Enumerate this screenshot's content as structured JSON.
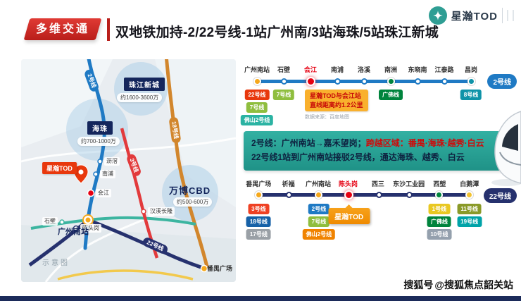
{
  "header": {
    "tag_label": "多维交通",
    "title": "双地铁加持-2/22号线-1站广州南/3站海珠/5站珠江新城",
    "brand": "星瀚TOD"
  },
  "map": {
    "note_label": "示意图",
    "project_label": "星瀚TOD",
    "zones": [
      {
        "name": "珠江新城",
        "price": "约1600-3600万"
      },
      {
        "name": "海珠",
        "price": "约700-1000万"
      },
      {
        "name": "万博CBD",
        "price": "约500-600万"
      }
    ],
    "major_stations": [
      "广州南站",
      "番禺广场"
    ],
    "minor_stations": [
      "沥滘",
      "南浦",
      "会江",
      "石壁",
      "汉溪长隆",
      "陈头岗"
    ],
    "line_pills": [
      "2号线",
      "18号线",
      "3号线",
      "22号线"
    ]
  },
  "line2_diagram": {
    "pill_label": "2号线",
    "line_color": "#1f7ac4",
    "stations": [
      {
        "name": "广州南站",
        "dot": "interchange",
        "dot_color": "#f5a81c",
        "tags": [
          {
            "label": "22号线",
            "color": "#e8380d"
          },
          {
            "label": "7号线",
            "color": "#8fbe3e"
          },
          {
            "label": "佛山2号线",
            "color": "#2bb3a3"
          }
        ]
      },
      {
        "name": "石壁",
        "dot": "normal",
        "tags": [
          {
            "label": "7号线",
            "color": "#8fbe3e"
          }
        ]
      },
      {
        "name": "会江",
        "dot": "highlight",
        "callout": {
          "lines": [
            "星瀚TOD与会江站",
            "直线距离约1.2公里"
          ],
          "source": "数据来源：百度地图"
        }
      },
      {
        "name": "南浦",
        "dot": "normal"
      },
      {
        "name": "洛溪",
        "dot": "normal"
      },
      {
        "name": "南洲",
        "dot": "interchange",
        "dot_color": "#00843d",
        "tags": [
          {
            "label": "广佛线",
            "color": "#00843d"
          }
        ]
      },
      {
        "name": "东晓南",
        "dot": "normal"
      },
      {
        "name": "江泰路",
        "dot": "normal"
      },
      {
        "name": "昌岗",
        "dot": "interchange",
        "dot_color": "#0f93a8",
        "tags": [
          {
            "label": "8号线",
            "color": "#0f93a8"
          }
        ]
      }
    ]
  },
  "info_box": {
    "line1_parts": [
      {
        "text": "2号线：广州南站→嘉禾望岗；",
        "emphasis": false
      },
      {
        "text": "跨越区域：番禺·海珠·越秀·白云",
        "emphasis": true
      }
    ],
    "line2_parts": [
      {
        "text": "22号线1站到广州南站接驳2号线，通达海珠、越秀、白云",
        "emphasis": false
      }
    ]
  },
  "line22_diagram": {
    "pill_label": "22号线",
    "line_color": "#26316e",
    "project_tag": "星瀚TOD",
    "stations": [
      {
        "name": "番禺广场",
        "dot": "interchange",
        "dot_color": "#f5a81c",
        "tags": [
          {
            "label": "3号线",
            "color": "#ef4123"
          },
          {
            "label": "18号线",
            "color": "#1661a7"
          },
          {
            "label": "17号线",
            "color": "#9aa0a6"
          }
        ]
      },
      {
        "name": "祈福",
        "dot": "normal"
      },
      {
        "name": "广州南站",
        "dot": "interchange",
        "dot_color": "#f5a81c",
        "tags": [
          {
            "label": "2号线",
            "color": "#1f7ac4"
          },
          {
            "label": "7号线",
            "color": "#8fbe3e"
          },
          {
            "label": "佛山2号线",
            "color": "#f08300"
          }
        ]
      },
      {
        "name": "陈头岗",
        "dot": "highlight",
        "project_callout": true
      },
      {
        "name": "西三",
        "dot": "normal"
      },
      {
        "name": "东沙工业园",
        "dot": "normal"
      },
      {
        "name": "西塱",
        "dot": "interchange",
        "dot_color": "#00843d",
        "tags": [
          {
            "label": "1号线",
            "color": "#e9c822"
          },
          {
            "label": "广佛线",
            "color": "#00843d"
          },
          {
            "label": "10号线",
            "color": "#94a0ad"
          }
        ]
      },
      {
        "name": "白鹅潭",
        "dot": "interchange",
        "dot_color": "#f2c231",
        "tags": [
          {
            "label": "11号线",
            "color": "#8a9a28"
          },
          {
            "label": "19号线",
            "color": "#00a3a8"
          }
        ]
      }
    ]
  },
  "watermark": {
    "prefix": "搜狐号",
    "suffix": "@搜狐焦点韶关站"
  },
  "colors": {
    "accent_red": "#b91e1a",
    "navy": "#14265c",
    "teal_box": "#2aa198",
    "highlight_red": "#e60012",
    "bottom_bar": "#1c2b5a"
  }
}
